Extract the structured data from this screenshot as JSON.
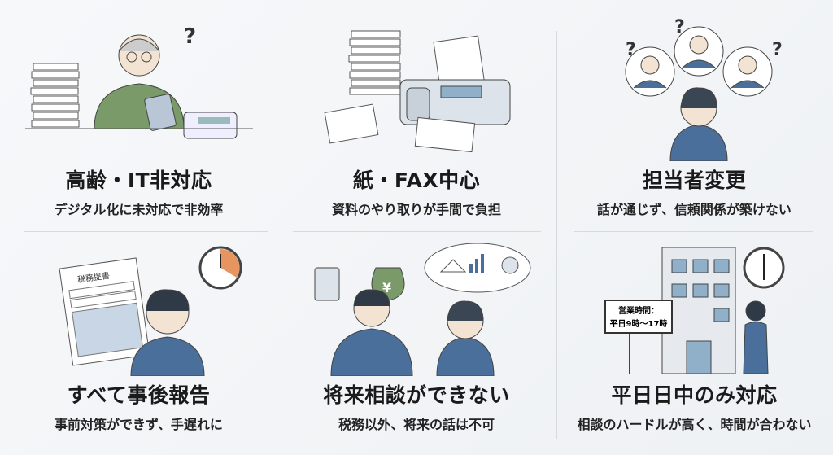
{
  "cards": [
    {
      "title": "高齢・IT非対応",
      "subtitle": "デジタル化に未対応で非効率"
    },
    {
      "title": "紙・FAX中心",
      "subtitle": "資料のやり取りが手間で負担"
    },
    {
      "title": "担当者変更",
      "subtitle": "話が通じず、信頼関係が築けない"
    },
    {
      "title": "すべて事後報告",
      "subtitle": "事前対策ができず、手遅れに"
    },
    {
      "title": "将来相談ができない",
      "subtitle": "税務以外、将来の話は不可"
    },
    {
      "title": "平日日中のみ対応",
      "subtitle": "相談のハードルが高く、時間が合わない"
    }
  ],
  "illustrations": {
    "question_mark": "?",
    "tax_form_label": "税務提書",
    "yen_symbol": "¥",
    "sign_line1": "営業時間：",
    "sign_line2": "平日9時〜17時"
  },
  "colors": {
    "accent": "#4a6f9a",
    "green": "#7a9a6a",
    "clock": "#e07a3a"
  }
}
